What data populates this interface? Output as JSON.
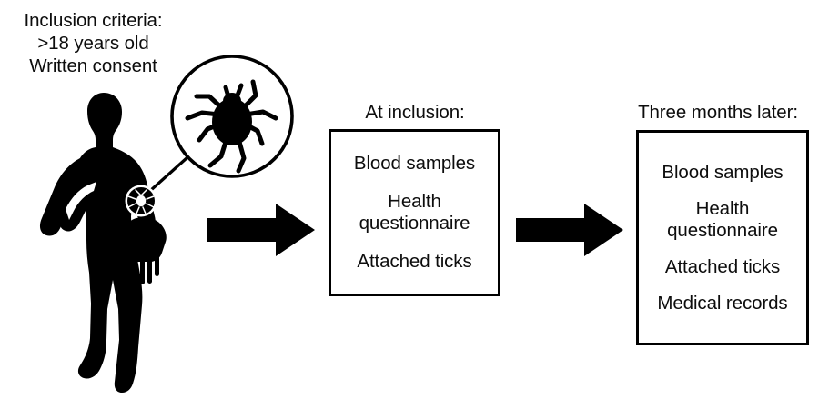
{
  "diagram": {
    "inclusion_criteria": {
      "line1": "Inclusion criteria:",
      "line2": ">18 years old",
      "line3": "Written consent"
    },
    "artwork": {
      "person_icon": "human-silhouette",
      "magnifier_icon": "magnifying-glass",
      "tick_icon": "tick-insect",
      "bite_icon": "tick-bite-marker",
      "ink_color": "#000000"
    },
    "arrows": [
      {
        "name": "arrow-to-inclusion",
        "direction": "right",
        "color": "#000000"
      },
      {
        "name": "arrow-to-followup",
        "direction": "right",
        "color": "#000000"
      }
    ],
    "stages": [
      {
        "id": "inclusion",
        "heading": "At inclusion:",
        "items": [
          "Blood samples",
          "Health\nquestionnaire",
          "Attached ticks"
        ]
      },
      {
        "id": "followup",
        "heading": "Three months later:",
        "items": [
          "Blood samples",
          "Health\nquestionnaire",
          "Attached ticks",
          "Medical records"
        ]
      }
    ]
  }
}
